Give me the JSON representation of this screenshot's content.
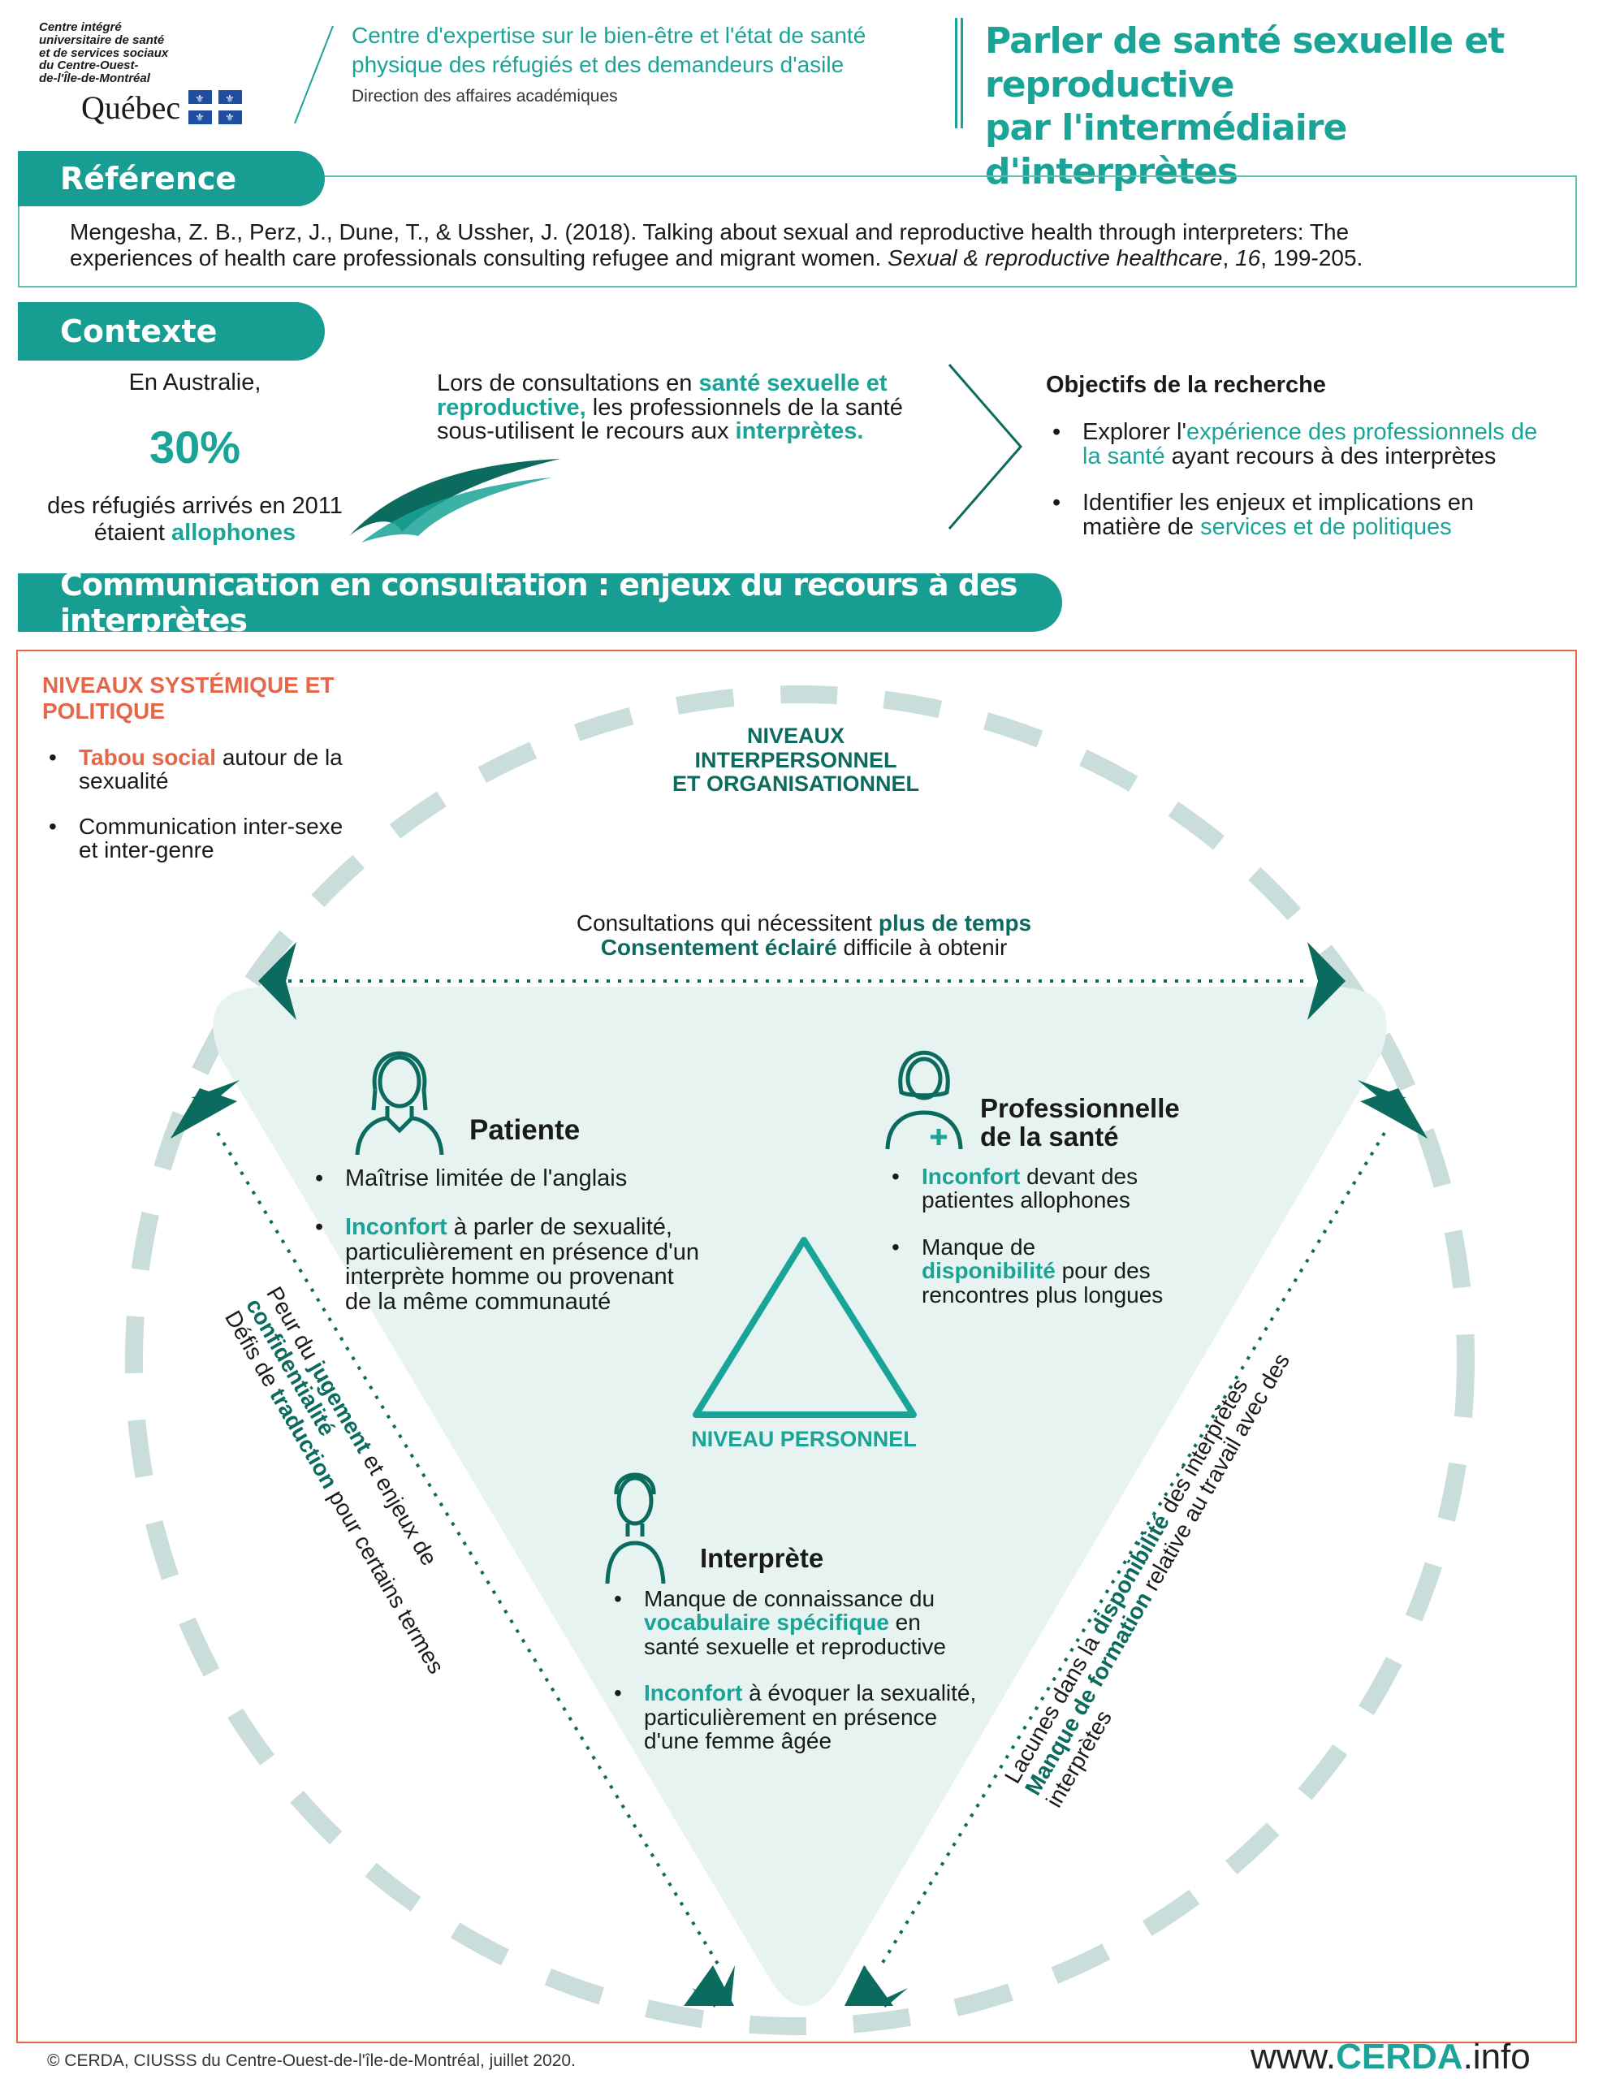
{
  "header": {
    "org_line1": "Centre intégré",
    "org_line2": "universitaire de santé",
    "org_line3": "et de services sociaux",
    "org_line4": "du Centre-Ouest-",
    "org_line5": "de-l'Île-de-Montréal",
    "quebec_word": "Québec",
    "center_line1": "Centre d'expertise sur le bien-être et l'état de santé",
    "center_line2": "physique des réfugiés et des demandeurs d'asile",
    "direction": "Direction des affaires académiques",
    "title_line1": "Parler de santé sexuelle et reproductive",
    "title_line2": "par l'intermédiaire d'interprètes"
  },
  "reference": {
    "label": "Référence",
    "text_line1": "Mengesha, Z. B., Perz, J., Dune, T., & Ussher, J. (2018). Talking about sexual and reproductive health through interpreters: The",
    "text_line2a": "experiences of health care professionals consulting refugee and migrant women.",
    "journal": "Sexual & reproductive healthcare",
    "sep1": ",",
    "volume": "16",
    "pages": ", 199-205."
  },
  "context": {
    "label": "Contexte",
    "stat_intro": "En Australie,",
    "stat_value": "30%",
    "stat_desc1": "des réfugiés arrivés en 2011",
    "stat_desc2a": "étaient",
    "stat_desc2b": "allophones",
    "middle_1": "Lors de consultations en",
    "middle_2": "santé sexuelle et",
    "middle_3": "reproductive,",
    "middle_4": "les professionnels de la santé",
    "middle_5": "sous-utilisent le recours aux",
    "middle_6": "interprètes.",
    "objectives_title": "Objectifs de la recherche",
    "obj1_a": "Explorer l'",
    "obj1_b": "expérience des professionnels de",
    "obj1_c": "la santé",
    "obj1_d": "ayant recours à des interprètes",
    "obj2_a": "Identifier les enjeux et implications en",
    "obj2_b": "matière de",
    "obj2_c": "services et de politiques"
  },
  "communication": {
    "label": "Communication en consultation  : enjeux du recours à des interprètes",
    "systemic_title": "NIVEAUX SYSTÉMIQUE ET POLITIQUE",
    "sys1_a": "Tabou social",
    "sys1_b": "autour de la",
    "sys1_c": "sexualité",
    "sys2_a": "Communication inter-sexe",
    "sys2_b": "et inter-genre",
    "inter_title1": "NIVEAUX",
    "inter_title2": "INTERPERSONNEL",
    "inter_title3": "ET ORGANISATIONNEL",
    "top_1": "Consultations qui nécessitent",
    "top_2": "plus de temps",
    "top_3": "Consentement éclairé",
    "top_4": "difficile à obtenir",
    "patient_title": "Patiente",
    "pat1": "Maîtrise limitée de l'anglais",
    "pat2_a": "Inconfort",
    "pat2_b": "à parler de sexualité,",
    "pat2_c": "particulièrement en présence d'un",
    "pat2_d": "interprète homme ou provenant",
    "pat2_e": "de la même communauté",
    "pro_title1": "Professionnelle",
    "pro_title2": "de la santé",
    "pro1_a": "Inconfort",
    "pro1_b": "devant des",
    "pro1_c": "patientes allophones",
    "pro2_a": "Manque de",
    "pro2_b": "disponibilité",
    "pro2_c": "pour des",
    "pro2_d": "rencontres plus longues",
    "personal_title": "NIVEAU PERSONNEL",
    "interp_title": "Interprète",
    "int1_a": "Manque de connaissance du",
    "int1_b": "vocabulaire spécifique",
    "int1_c": "en",
    "int1_d": "santé sexuelle et reproductive",
    "int2_a": "Inconfort",
    "int2_b": "à évoquer la sexualité,",
    "int2_c": "particulièrement en présence",
    "int2_d": "d'une femme âgée",
    "left_1": "Peur du",
    "left_2": "jugement",
    "left_3": "et enjeux de",
    "left_4": "confidentialité",
    "left_5": "Défis de",
    "left_6": "traduction",
    "left_7": "pour certains termes",
    "right_1": "Lacunes dans la",
    "right_2": "disponibilité",
    "right_3": "des interprètes",
    "right_4": "Manque de formation",
    "right_5": "relative au travail avec des interprètes"
  },
  "footer": {
    "copyright": "© CERDA, CIUSSS du Centre-Ouest-de-l'île-de-Montréal, juillet 2020.",
    "site_a": "www.",
    "site_b": "CERDA",
    "site_c": ".info"
  },
  "colors": {
    "teal": "#179d91",
    "dark_teal": "#0b6b5e",
    "orange": "#e4674a",
    "light_teal_fill": "#e6f3f1",
    "dash_gray": "#c9dddb"
  }
}
